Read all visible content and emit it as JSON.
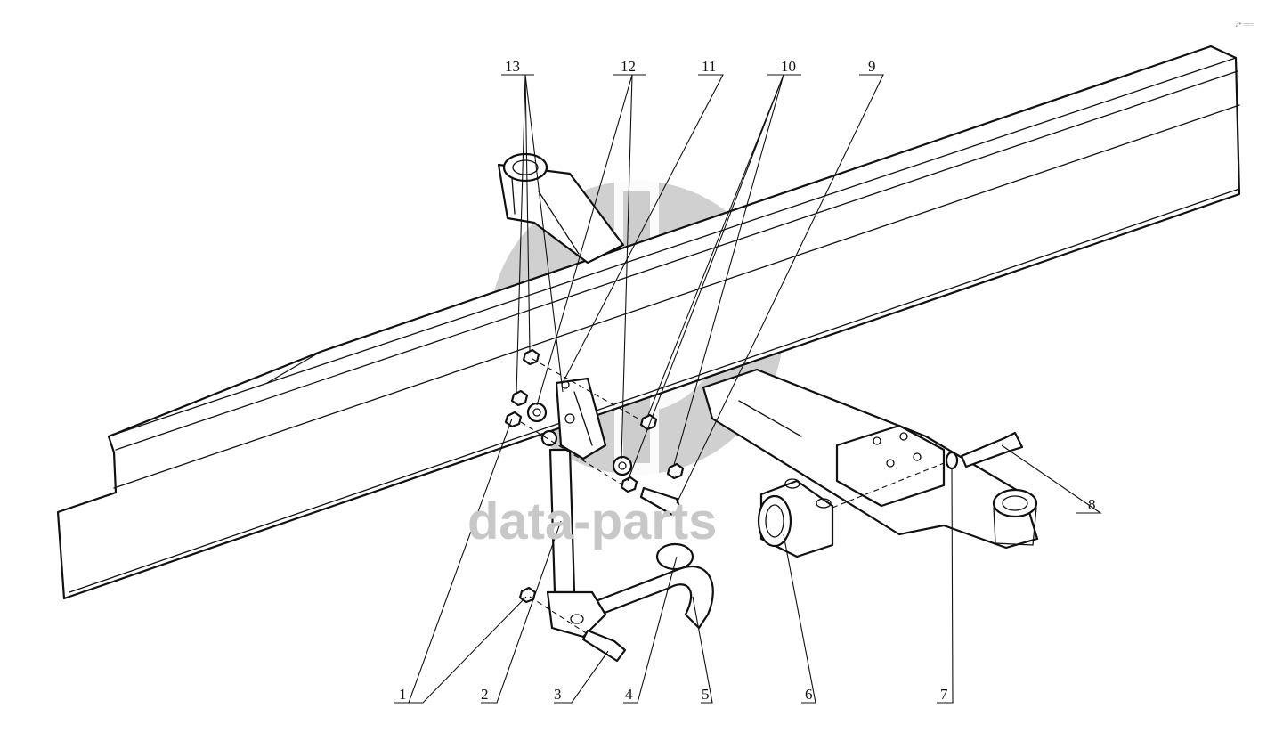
{
  "watermark": {
    "text": "data-parts",
    "color": "#c8c8c8"
  },
  "corner_mark": "a* ===",
  "callouts": [
    {
      "id": "c13",
      "label": "13"
    },
    {
      "id": "c12",
      "label": "12"
    },
    {
      "id": "c11",
      "label": "11"
    },
    {
      "id": "c10",
      "label": "10"
    },
    {
      "id": "c9",
      "label": "9"
    },
    {
      "id": "c8",
      "label": "8"
    },
    {
      "id": "c1",
      "label": "1"
    },
    {
      "id": "c2",
      "label": "2"
    },
    {
      "id": "c3",
      "label": "3"
    },
    {
      "id": "c4",
      "label": "4"
    },
    {
      "id": "c5",
      "label": "5"
    },
    {
      "id": "c6",
      "label": "6"
    },
    {
      "id": "c7",
      "label": "7"
    }
  ]
}
